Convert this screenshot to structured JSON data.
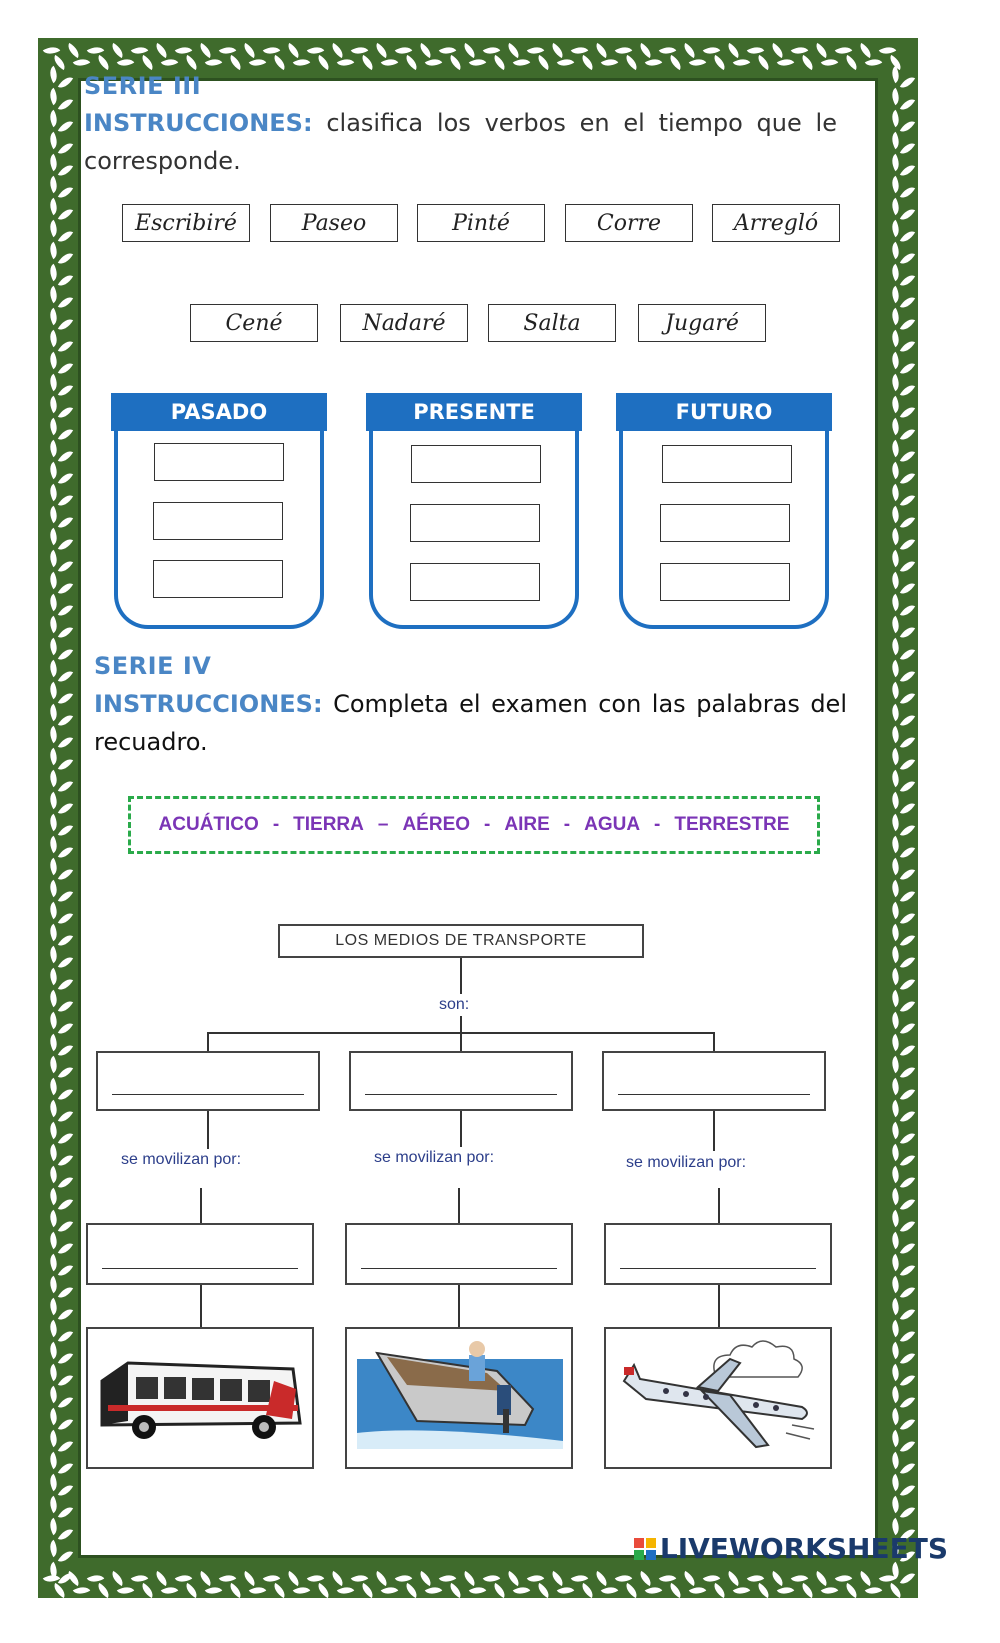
{
  "serie3": {
    "title": "SERIE III",
    "instructions_label": "INSTRUCCIONES:",
    "instructions_text": " clasifica los verbos en el tiempo que le corresponde."
  },
  "verbs_row1": [
    "Escribiré",
    "Paseo",
    "Pinté",
    "Corre",
    "Arregló"
  ],
  "verbs_row2": [
    "Cené",
    "Nadaré",
    "Salta",
    "Jugaré"
  ],
  "columns": [
    "PASADO",
    "PRESENTE",
    "FUTURO"
  ],
  "serie4": {
    "title": "SERIE IV",
    "instructions_label": "INSTRUCCIONES:",
    "instructions_text": " Completa el examen con las palabras del recuadro."
  },
  "wordbank": [
    "ACUÁTICO",
    "TIERRA",
    "AÉREO",
    "AIRE",
    "AGUA",
    "TERRESTRE"
  ],
  "wordbank_separators": [
    "-",
    "–",
    "-",
    "-",
    "-"
  ],
  "concept_map": {
    "title": "LOS MEDIOS DE TRANSPORTE",
    "connector": "son:",
    "move_label": "se movilizan por:"
  },
  "brand": {
    "name": "LIVEWORKSHEETS",
    "colors": [
      "#e94b3c",
      "#f5b400",
      "#2aaa4a",
      "#1e6fc1"
    ]
  },
  "colors": {
    "accent_blue": "#1e6fc1",
    "title_blue": "#4a86c5",
    "border_green": "#3f6b2c",
    "wordbank_purple": "#7b35b6",
    "dash_green": "#2aaa4a"
  }
}
